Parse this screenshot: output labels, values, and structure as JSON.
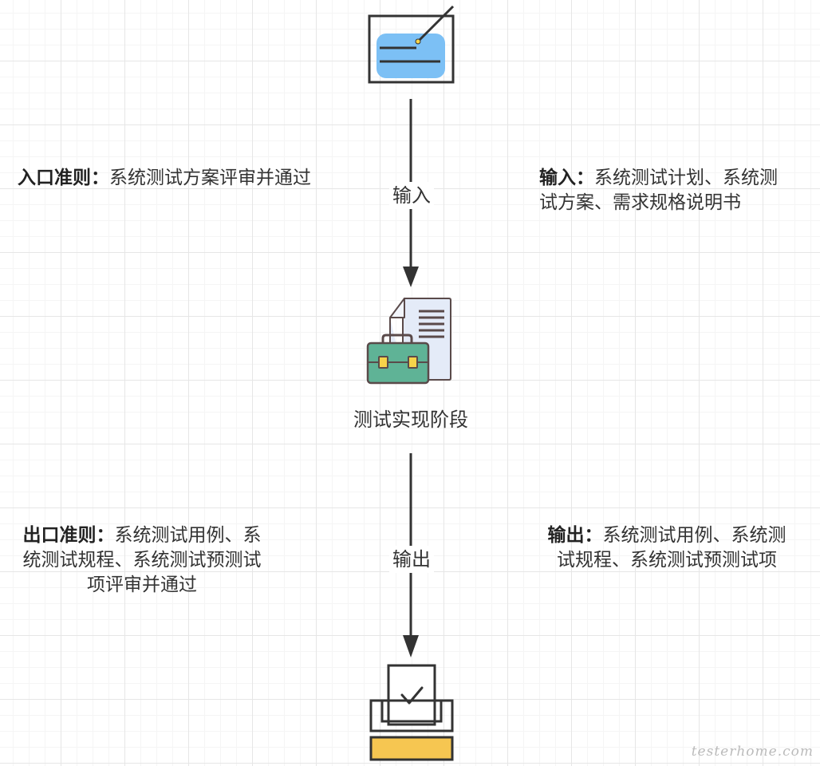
{
  "edges": {
    "input_label": "输入",
    "output_label": "输出"
  },
  "stage": {
    "label": "测试实现阶段"
  },
  "notes": {
    "entry": {
      "title": "入口准则：",
      "body": "系统测试方案评审并通过"
    },
    "input": {
      "title": "输入：",
      "body": "系统测试计划、系统测试方案、需求规格说明书"
    },
    "exit": {
      "title": "出口准则：",
      "body": "系统测试用例、系统测试规程、系统测试预测试项评审并通过"
    },
    "output": {
      "title": "输出：",
      "body": "系统测试用例、系统测试规程、系统测试预测试项"
    }
  },
  "icons": {
    "top": "document-pen-icon",
    "middle": "briefcase-document-icon",
    "bottom": "inbox-check-icon"
  },
  "colors": {
    "line": "#333333",
    "card_blue": "#7cc0f5",
    "case_green": "#5fb396",
    "tray_yellow": "#f6c651",
    "paper": "#e4ebf8"
  },
  "watermark": "testerhome.com"
}
